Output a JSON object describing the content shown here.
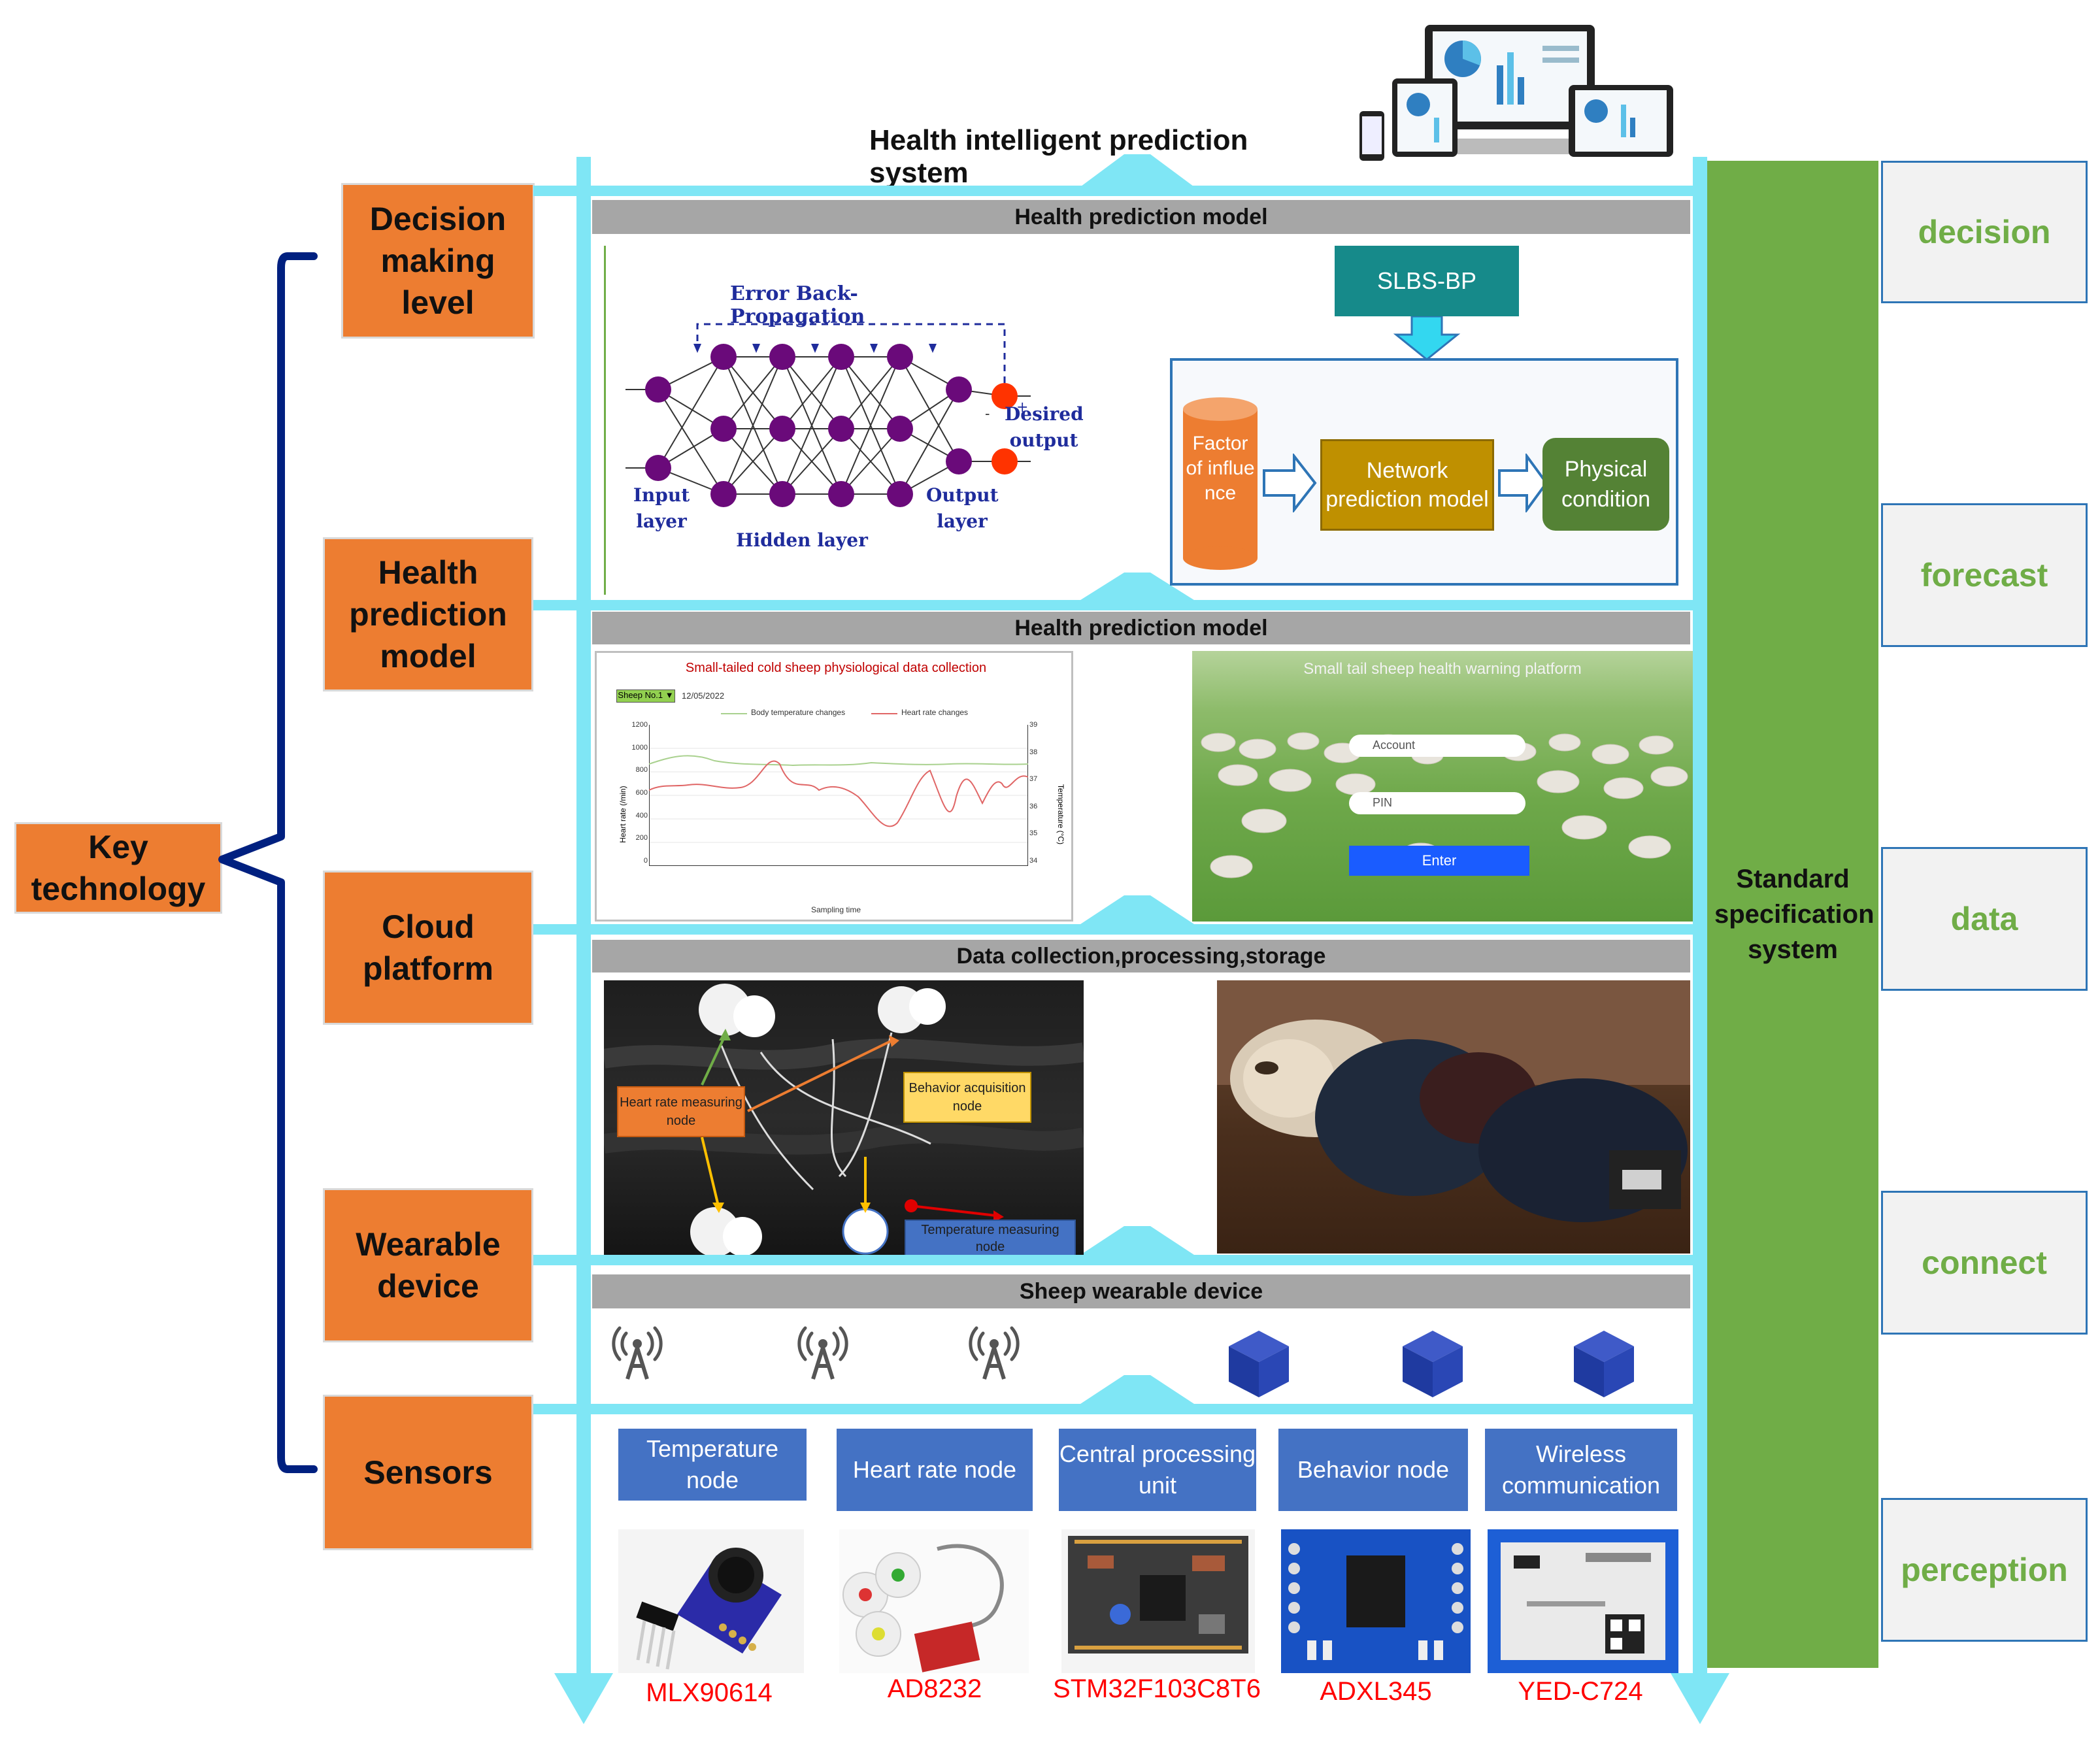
{
  "top": {
    "title": "Health intelligent prediction system"
  },
  "key_technology": "Key technology",
  "levels": [
    "Decision making level",
    "Health prediction model",
    "Cloud platform",
    "Wearable device",
    "Sensors"
  ],
  "outputs": [
    "decision",
    "forecast",
    "data",
    "connect",
    "perception"
  ],
  "standard": "Standard specification system",
  "panels": {
    "p1_title": "Health prediction model",
    "p2_title": "Health prediction model",
    "p3_title": "Data collection,processing,storage",
    "p4_title": "Sheep wearable device"
  },
  "nn": {
    "error_bp": "Error Back-Propagation",
    "desired_output": "Desired output",
    "input_layer": "Input layer",
    "hidden_layer": "Hidden layer",
    "output_layer": "Output layer"
  },
  "flow": {
    "slbs": "SLBS-BP",
    "factor": "Factor of influe nce",
    "network": "Network prediction model",
    "physical": "Physical condition"
  },
  "chart": {
    "title": "Small-tailed cold sheep physiological data collection",
    "select": "Sheep No.1 ▼",
    "date": "12/05/2022",
    "legend1": "Body temperature changes",
    "legend2": "Heart rate changes",
    "xlabel": "Sampling time",
    "ylabel_left": "Heart rate (/min)",
    "ylabel_right": "Temperature (°C)",
    "yticks_left": [
      "1200",
      "1000",
      "800",
      "600",
      "400",
      "200",
      "0"
    ],
    "yticks_right": [
      "39",
      "38",
      "37",
      "36",
      "35",
      "34"
    ]
  },
  "platform": {
    "title": "Small tail sheep health warning platform",
    "account": "Account",
    "pin": "PIN",
    "enter": "Enter"
  },
  "wearable": {
    "heart_node": "Heart rate measuring node",
    "behavior_node": "Behavior acquisition node",
    "temp_node": "Temperature measuring node"
  },
  "sensors": [
    {
      "label": "Temperature node",
      "model": "MLX90614"
    },
    {
      "label": "Heart rate node",
      "model": "AD8232"
    },
    {
      "label": "Central processing unit",
      "model": "STM32F103C8T6"
    },
    {
      "label": "Behavior node",
      "model": "ADXL345"
    },
    {
      "label": "Wireless communication",
      "model": "YED-C724"
    }
  ],
  "colors": {
    "orange": "#ed7d31",
    "cyan": "#7fe6f5",
    "green": "#70ad47",
    "blue": "#4472c4",
    "navy": "#002080",
    "red": "#ff0000"
  }
}
